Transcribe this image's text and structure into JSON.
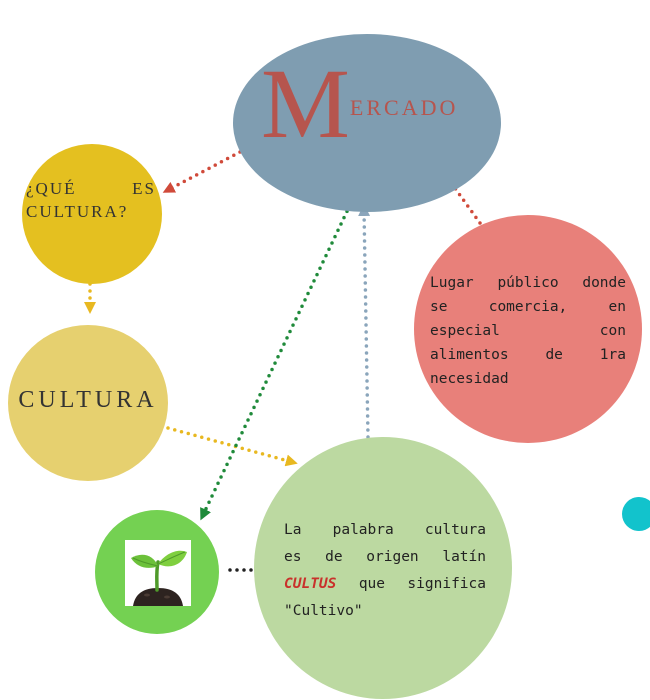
{
  "nodes": {
    "mercado": {
      "initial": "M",
      "rest": "ERCADO",
      "color": "#7f9db1",
      "text_color": "#b6554e"
    },
    "que_es_cultura": {
      "line1": "¿QUÉ ES",
      "line2": "CULTURA?",
      "color": "#e4c020"
    },
    "cultura": {
      "label": "CULTURA",
      "color": "#e6d06f"
    },
    "lugar": {
      "lines": [
        "Lugar público donde",
        "se comercia, en",
        "especial con",
        "alimentos de 1ra",
        "necesidad"
      ],
      "color": "#e8807a"
    },
    "palabra": {
      "line1": "La palabra cultura",
      "line2": "es de origen latín",
      "highlight": "CULTUS",
      "line3_rest": " que significa",
      "line4": "\"Cultivo\"",
      "color": "#bcd9a1",
      "highlight_color": "#c9312b"
    },
    "plant": {
      "icon": "seedling-icon",
      "color": "#74d152"
    },
    "teal_dot": {
      "color": "#12c3cc"
    }
  },
  "connectors": {
    "mercado_to_que": "#d04a3a",
    "que_to_cultura": "#e8b820",
    "cultura_to_palabra": "#e8b820",
    "mercado_to_plant": "#1f8a3a",
    "palabra_to_mercado": "#8aa5bb",
    "lugar_to_mercado": "#d04a3a",
    "plant_to_palabra": "#222222"
  }
}
